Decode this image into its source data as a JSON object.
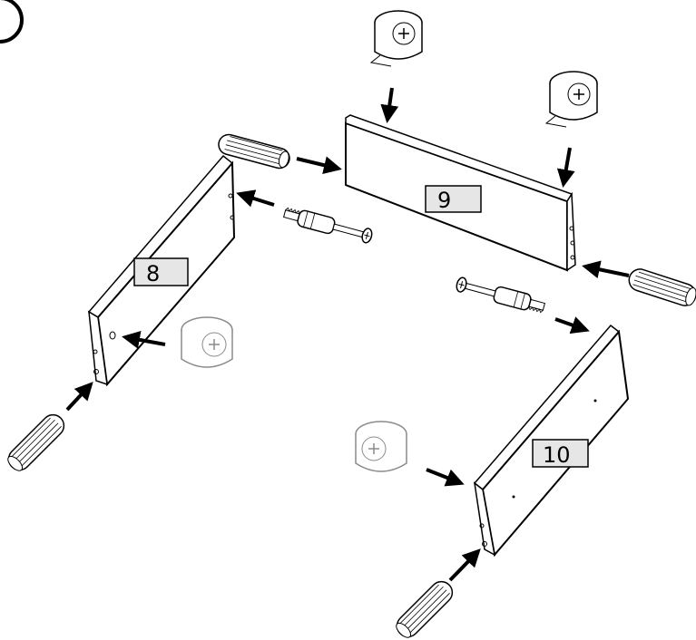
{
  "parts": [
    {
      "name": "panel-8",
      "label": "8"
    },
    {
      "name": "panel-9",
      "label": "9"
    },
    {
      "name": "panel-10",
      "label": "10"
    }
  ],
  "colors": {
    "line": "#000000",
    "panel_fill": "#ffffff",
    "label_box_fill": "#e6e6e6",
    "faded_part": "#9a9a9a"
  },
  "icons": [
    "dowel-icon",
    "cam-lock-icon",
    "cam-bolt-icon",
    "arrow-icon"
  ]
}
